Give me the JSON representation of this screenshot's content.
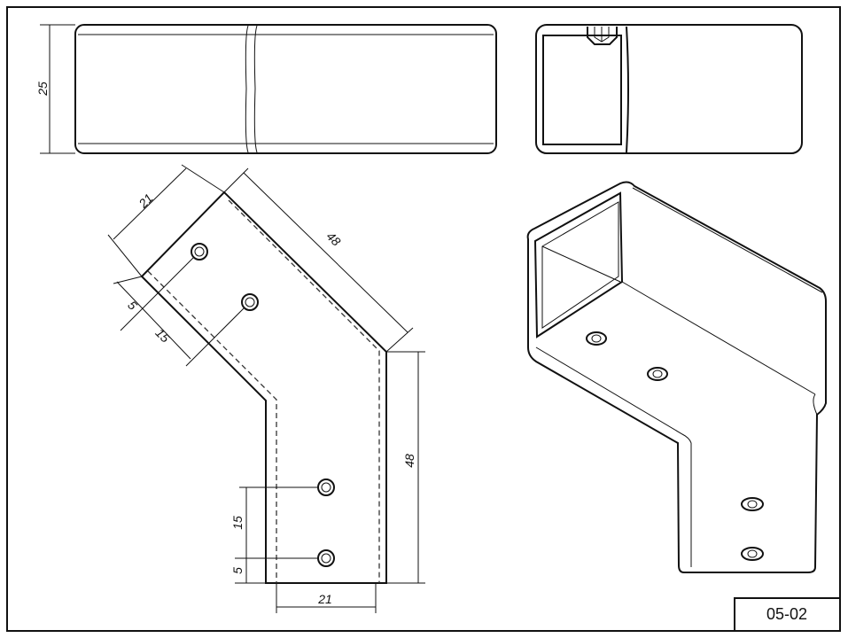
{
  "drawing_number": "05-02",
  "dimensions": {
    "height_top": "25",
    "flange_width_angled": "21",
    "length_angled": "48",
    "hole_offset_angled": "5",
    "hole_spacing_angled": "15",
    "length_vertical": "48",
    "hole_spacing_vertical": "15",
    "hole_offset_vertical": "5",
    "flange_width_bottom": "21"
  }
}
